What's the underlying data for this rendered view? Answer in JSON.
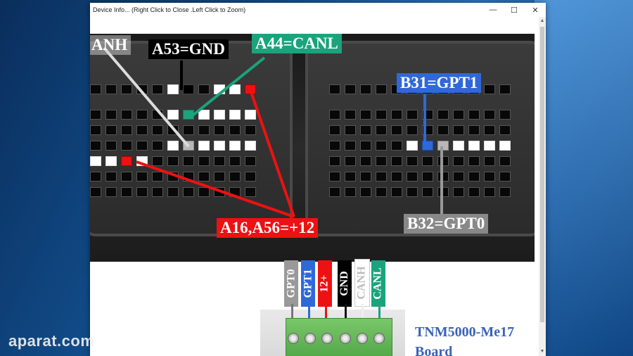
{
  "window": {
    "title": "Device Info...  (Right Click to Close  .Left Click to Zoom)",
    "minimize_glyph": "—",
    "maximize_glyph": "☐",
    "close_glyph": "✕"
  },
  "labels": {
    "anh": "ANH",
    "a53": "A53=GND",
    "a44": "A44=CANL",
    "b31": "B31=GPT1",
    "a16": "A16,A56=+12",
    "b32": "B32=GPT0"
  },
  "wires": [
    {
      "text": "GPT0",
      "bg": "#999999",
      "fg": "#ffffff"
    },
    {
      "text": "GPT1",
      "bg": "#2f68d8",
      "fg": "#ffffff"
    },
    {
      "text": "12+",
      "bg": "#ee1111",
      "fg": "#ffffff"
    },
    {
      "text": "GND",
      "bg": "#000000",
      "fg": "#ffffff"
    },
    {
      "text": "CANH",
      "bg": "#ffffff",
      "fg": "#bbbbbb"
    },
    {
      "text": "CANL",
      "bg": "#1aa37c",
      "fg": "#ffffff"
    }
  ],
  "board_name": [
    "TNM5000-Me17",
    "Board"
  ],
  "watermark": "aparat.com",
  "colors": {
    "gnd": "#000000",
    "canl": "#1aa37c",
    "gpt1": "#2f68d8",
    "plus12": "#ee1111",
    "gpt0": "#999999",
    "board_text": "#3a62b8"
  }
}
